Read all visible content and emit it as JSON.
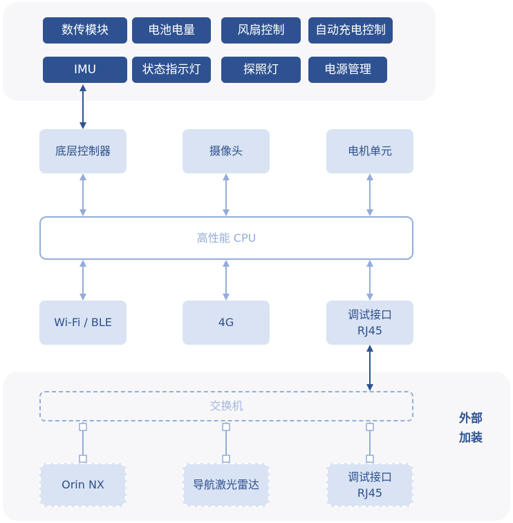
{
  "top_modules": {
    "row1": [
      "数传模块",
      "电池电量",
      "风扇控制",
      "自动充电控制"
    ],
    "row2": [
      "IMU",
      "状态指示灯",
      "探照灯",
      "电源管理"
    ]
  },
  "controllers": {
    "base": "底层控制器",
    "camera": "摄像头",
    "motor": "电机单元"
  },
  "cpu": "高性能 CPU",
  "interfaces": {
    "wifi": "Wi-Fi / BLE",
    "lte": "4G",
    "debug_line1": "调试接口",
    "debug_line2": "RJ45"
  },
  "external": {
    "side_label": "外部加装",
    "switch": "交换机",
    "orin": "Orin NX",
    "lidar": "导航激光雷达",
    "debug_line1": "调试接口",
    "debug_line2": "RJ45"
  },
  "colors": {
    "dark_blue": "#2e5291",
    "light_blue": "#d9e3f3",
    "accent": "#93acd9",
    "panel": "#f7f7f9"
  }
}
